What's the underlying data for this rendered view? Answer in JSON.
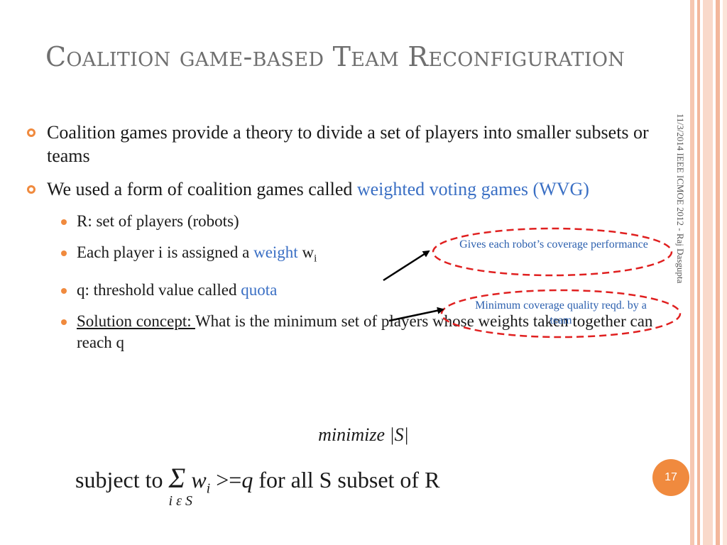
{
  "slide": {
    "title": "Coalition game-based Team Reconfiguration",
    "page_number": "17",
    "side_text": "11/3/2014     IEEE ICMOE 2012 - Raj Dasgupta"
  },
  "bullets": {
    "b1": "Coalition games provide a theory to divide a set of players into smaller subsets or teams",
    "b2_prefix": "We used a form of coalition games called ",
    "b2_highlight": "weighted voting games (WVG)",
    "sub1": "R: set of players (robots)",
    "sub2_prefix": "Each player i is assigned a ",
    "sub2_highlight": "weight",
    "sub2_w": " w",
    "sub2_w_sub": "i",
    "sub3_prefix": "q: threshold value called ",
    "sub3_highlight": "quota",
    "sub4_underlined": "Solution concept: ",
    "sub4_rest": "What is the minimum set of players whose weights taken together can reach q"
  },
  "callouts": {
    "c1": "Gives each robot’s coverage performance",
    "c2": "Minimum coverage quality reqd. by a team"
  },
  "formula": {
    "line1": "minimize |S|",
    "subject_to": "subject to ",
    "sigma": "Σ",
    "sigma_under": "i ε S",
    "w": " w",
    "w_sub": "i",
    "relation": " >=",
    "q": "q",
    "tail": " for all S subset of R"
  },
  "colors": {
    "accent_orange": "#f08a3e",
    "highlight_blue": "#3a6fc4",
    "callout_red": "#e02020",
    "title_gray": "#6f6f6f"
  }
}
